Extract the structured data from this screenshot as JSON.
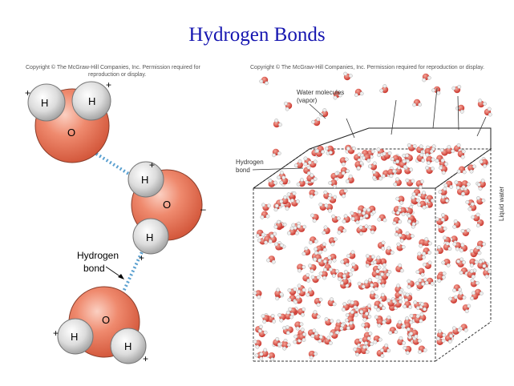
{
  "slide": {
    "title": "Hydrogen Bonds"
  },
  "left_panel": {
    "copyright_line1": "Copyright © The McGraw-Hill Companies, Inc. Permission required for",
    "copyright_line2": "reproduction or display.",
    "molecules": [
      {
        "h1": "H",
        "h2": "H",
        "o": "O"
      },
      {
        "h1": "H",
        "h2": "H",
        "o": "O"
      },
      {
        "h1": "H",
        "h2": "H",
        "o": "O"
      }
    ],
    "plus_sign": "+",
    "minus_sign": "–",
    "hydrogen_bond_label": "Hydrogen bond",
    "hydrogen_bond_label_line1": "Hydrogen",
    "hydrogen_bond_label_line2": "bond"
  },
  "right_panel": {
    "copyright": "Copyright © The McGraw-Hill Companies, Inc. Permission required for reproduction or display.",
    "vapor_label_line1": "Water molecules",
    "vapor_label_line2": "(vapor)",
    "bond_label_line1": "Hydrogen",
    "bond_label_line2": "bond",
    "liquid_label": "Liquid water"
  },
  "colors": {
    "title": "#1515b0",
    "oxygen": "#e8735a",
    "hydrogen": "#d9d9d9",
    "bond": "#5aa0d0"
  }
}
